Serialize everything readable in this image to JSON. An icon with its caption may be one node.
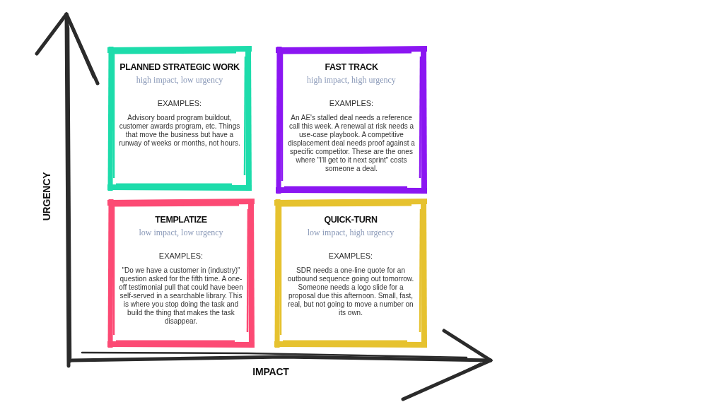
{
  "diagram": {
    "nodes": [
      {
        "text": [
          "PLANNED STRATEGIC WORK",
          "high impact, low urgency",
          "EXAMPLES:",
          "Advisory board program buildout, customer awards program, etc. Things that move the business but have a runway of weeks or months, not hours."
        ]
      },
      {
        "text": [
          "FAST TRACK",
          "high impact, high urgency",
          "EXAMPLES:",
          "An AE's stalled deal needs a reference call this week. A renewal at risk needs a use-case playbook. A competitive displacement deal needs proof against a specific competitor. These are the ones where \"I'll get to it next sprint\" costs someone a deal."
        ]
      },
      {
        "text": [
          "TEMPLATIZE",
          "low impact, low urgency",
          "EXAMPLES:",
          "\"Do we have a customer in (industry)\" question asked for the fifth time. A one-off testimonial pull that could have been self-served in a searchable library. This is where you stop doing the task and build the thing that makes the task disappear."
        ]
      },
      {
        "text": [
          "QUICK-TURN",
          "low impact, high urgency",
          "EXAMPLES:",
          "SDR needs a one-line quote for an outbound sequence going out tomorrow. Someone needs a logo slide for a proposal due this afternoon. Small, fast, real, but not going to move a number on its own."
        ]
      }
    ],
    "labels": [
      "URGENCY",
      "IMPACT"
    ]
  }
}
